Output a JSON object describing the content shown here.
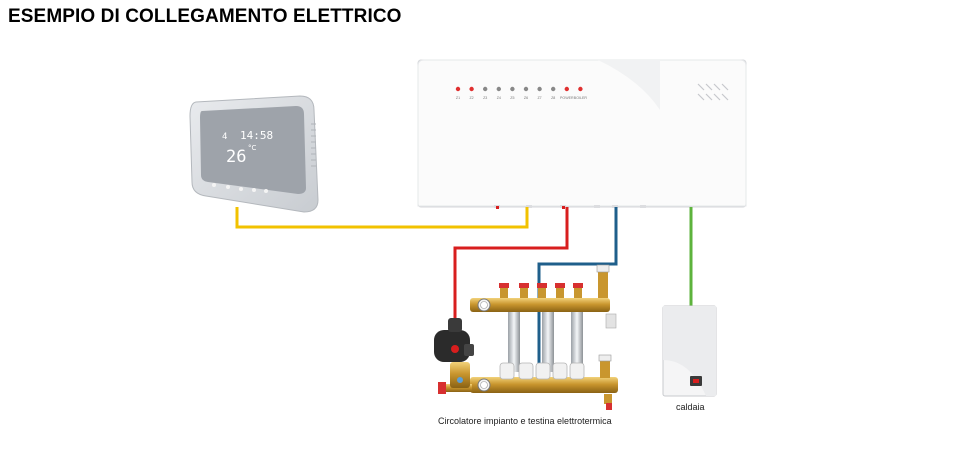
{
  "title": "ESEMPIO DI COLLEGAMENTO ELETTRICO",
  "thermostat": {
    "time": "14:58",
    "temperature": "26",
    "unit": "°C",
    "day": "4"
  },
  "controller": {
    "leds": [
      {
        "label": "Z1",
        "color": "#e03030"
      },
      {
        "label": "Z2",
        "color": "#e03030"
      },
      {
        "label": "Z3",
        "color": "#888888"
      },
      {
        "label": "Z4",
        "color": "#888888"
      },
      {
        "label": "Z5",
        "color": "#888888"
      },
      {
        "label": "Z6",
        "color": "#888888"
      },
      {
        "label": "Z7",
        "color": "#888888"
      },
      {
        "label": "Z8",
        "color": "#888888"
      },
      {
        "label": "POWER",
        "color": "#e03030"
      },
      {
        "label": "BOILER",
        "color": "#e03030"
      }
    ]
  },
  "wires": {
    "thermostat": "#f2c200",
    "pump": "#d81e1e",
    "actuator": "#1f5f8b",
    "boiler": "#5db33c"
  },
  "captions": {
    "manifold": "Circolatore impianto e testina elettrotermica",
    "boiler": "caldaia"
  }
}
